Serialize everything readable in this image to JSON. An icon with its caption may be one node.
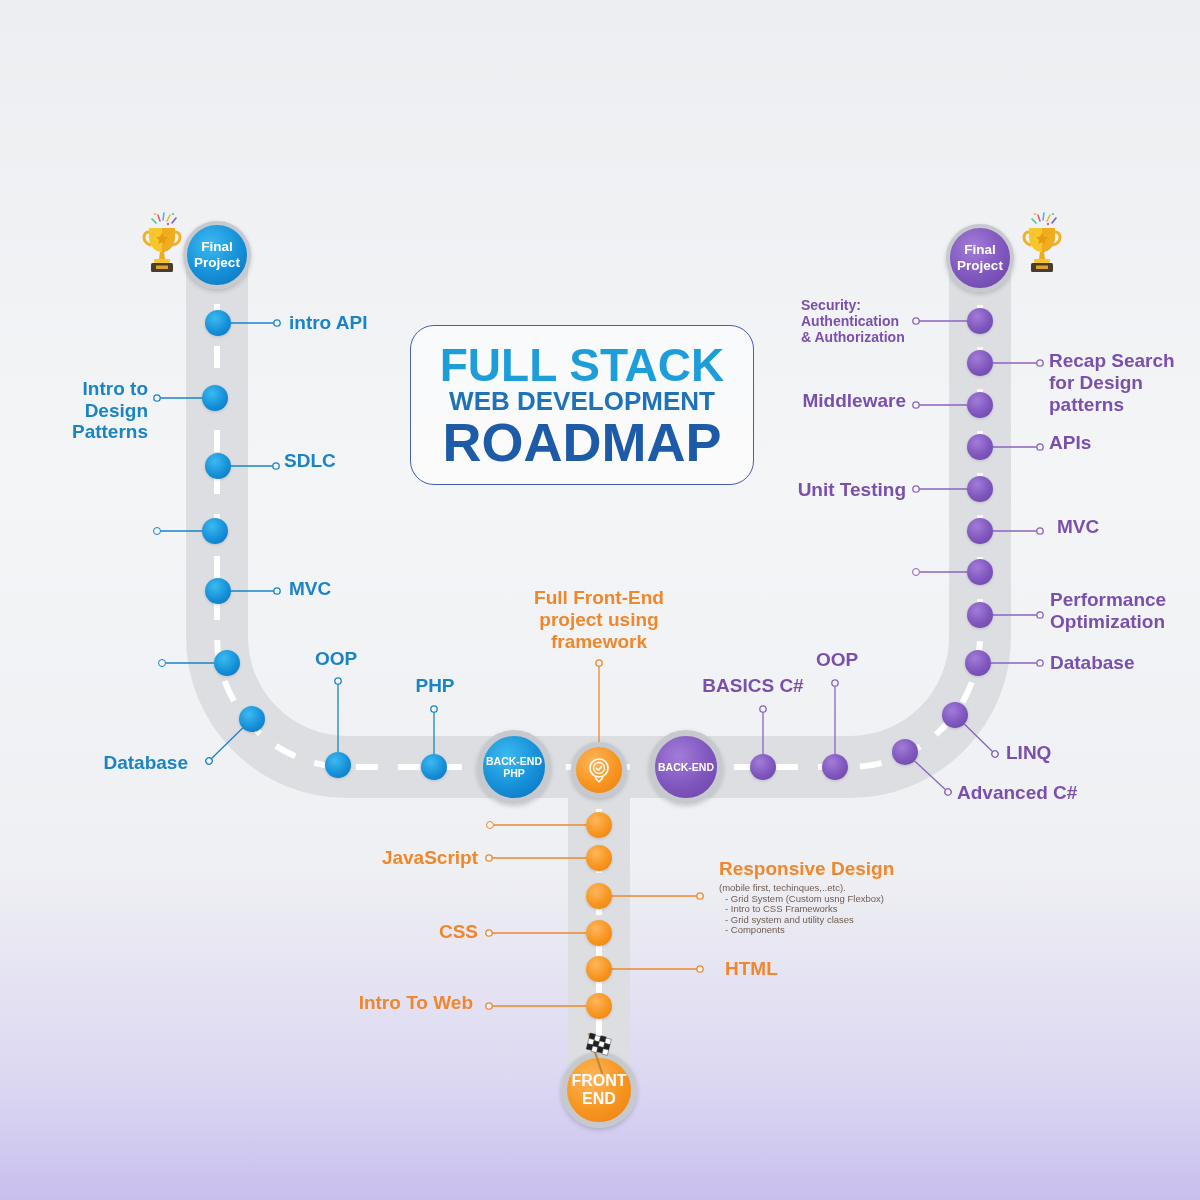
{
  "diagram": {
    "nodes": [
      {
        "text": [
          "FULL STACK",
          "WEB DEVELOPMENT",
          "ROADMAP"
        ]
      },
      {
        "text": [
          "Final Project"
        ]
      },
      {
        "text": [
          "intro API"
        ]
      },
      {
        "text": [],
        "shape": "circle"
      },
      {
        "text": [
          "Intro to Design Patterns"
        ]
      },
      {
        "text": [],
        "shape": "circle"
      },
      {
        "text": [
          "SDLC"
        ]
      },
      {
        "text": [],
        "shape": "circle"
      },
      {
        "text": [],
        "shape": "circle"
      },
      {
        "text": [],
        "shape": "circle"
      },
      {
        "text": [
          "MVC"
        ]
      },
      {
        "text": [],
        "shape": "circle"
      },
      {
        "text": [],
        "shape": "circle"
      },
      {
        "text": [],
        "shape": "circle"
      },
      {
        "text": [
          "Database"
        ]
      },
      {
        "text": [],
        "shape": "circle"
      },
      {
        "text": [
          "OOP"
        ]
      },
      {
        "text": [],
        "shape": "circle"
      },
      {
        "text": [
          "PHP"
        ]
      },
      {
        "text": [],
        "shape": "circle"
      },
      {
        "text": [
          "BACK-END PHP"
        ]
      },
      {
        "text": [
          "Full Front-End project using framework"
        ]
      },
      {
        "text": [],
        "shape": "circle"
      },
      {
        "text": [],
        "shape": "circle"
      },
      {
        "text": [],
        "shape": "circle"
      },
      {
        "text": [
          "JavaScript"
        ]
      },
      {
        "text": [],
        "shape": "circle"
      },
      {
        "text": [
          "Responsive Design",
          "(mobile first, techinques,..etc).",
          "- Grid System (Custom usng Flexbox)",
          "- Intro to CSS Frameworks",
          "- Grid system and utility clases",
          "- Components"
        ]
      },
      {
        "text": [],
        "shape": "circle"
      },
      {
        "text": [
          "CSS"
        ]
      },
      {
        "text": [],
        "shape": "circle"
      },
      {
        "text": [
          "HTML"
        ]
      },
      {
        "text": [],
        "shape": "circle"
      },
      {
        "text": [
          "Intro To Web"
        ]
      },
      {
        "text": [],
        "shape": "circle"
      },
      {
        "text": [
          "FRONT END"
        ]
      },
      {
        "text": [
          "BACK-END"
        ]
      },
      {
        "text": [
          "BASICS C#"
        ]
      },
      {
        "text": [],
        "shape": "circle"
      },
      {
        "text": [
          "OOP"
        ]
      },
      {
        "text": [],
        "shape": "circle"
      },
      {
        "text": [
          "Advanced C#"
        ]
      },
      {
        "text": [],
        "shape": "circle"
      },
      {
        "text": [
          "LINQ"
        ]
      },
      {
        "text": [],
        "shape": "circle"
      },
      {
        "text": [
          "Database"
        ]
      },
      {
        "text": [],
        "shape": "circle"
      },
      {
        "text": [
          "Performance Optimization"
        ]
      },
      {
        "text": [],
        "shape": "circle"
      },
      {
        "text": [],
        "shape": "circle"
      },
      {
        "text": [],
        "shape": "circle"
      },
      {
        "text": [
          "MVC"
        ]
      },
      {
        "text": [],
        "shape": "circle"
      },
      {
        "text": [
          "Unit Testing"
        ]
      },
      {
        "text": [],
        "shape": "circle"
      },
      {
        "text": [
          "APIs"
        ]
      },
      {
        "text": [],
        "shape": "circle"
      },
      {
        "text": [
          "Middleware"
        ]
      },
      {
        "text": [],
        "shape": "circle"
      },
      {
        "text": [
          "Recap Search for Design patterns"
        ]
      },
      {
        "text": [],
        "shape": "circle"
      },
      {
        "text": [
          "Security: Authentication & Authorization"
        ]
      },
      {
        "text": [],
        "shape": "circle"
      },
      {
        "text": [
          "Final Project"
        ]
      }
    ],
    "edges": [
      {
        "from": 2,
        "to": 3,
        "arrow": "other",
        "color": "#1a84c6"
      },
      {
        "from": 4,
        "to": 5,
        "arrow": "other",
        "color": "#1a84c6"
      },
      {
        "from": 6,
        "to": 7,
        "arrow": "other",
        "color": "#1a84c6"
      },
      {
        "from": 8,
        "to": 9,
        "arrow": "none",
        "color": "#1a84c6"
      },
      {
        "from": 10,
        "to": 11,
        "arrow": "other",
        "color": "#1a84c6"
      },
      {
        "from": 12,
        "to": 13,
        "arrow": "none",
        "color": "#1a84c6"
      },
      {
        "from": 14,
        "to": 15,
        "arrow": "other",
        "color": "#1a84c6"
      },
      {
        "from": 16,
        "to": 17,
        "arrow": "other",
        "color": "#1a84c6"
      },
      {
        "from": 18,
        "to": 19,
        "arrow": "other",
        "color": "#1a84c6"
      },
      {
        "from": 21,
        "to": 22,
        "arrow": "other",
        "color": "#f0872c"
      },
      {
        "from": 23,
        "to": 24,
        "arrow": "none",
        "color": "#f0872c"
      },
      {
        "from": 25,
        "to": 26,
        "arrow": "other",
        "color": "#f0872c"
      },
      {
        "from": 27,
        "to": 28,
        "arrow": "other",
        "color": "#f0872c"
      },
      {
        "from": 29,
        "to": 30,
        "arrow": "other",
        "color": "#f0872c"
      },
      {
        "from": 31,
        "to": 32,
        "arrow": "other",
        "color": "#f0872c"
      },
      {
        "from": 33,
        "to": 34,
        "arrow": "other",
        "color": "#f0872c"
      },
      {
        "from": 37,
        "to": 38,
        "arrow": "other"
      },
      {
        "from": 39,
        "to": 40,
        "arrow": "other"
      },
      {
        "from": 41,
        "to": 42,
        "arrow": "other"
      },
      {
        "from": 43,
        "to": 44,
        "arrow": "other"
      },
      {
        "from": 45,
        "to": 46,
        "arrow": "other"
      },
      {
        "from": 47,
        "to": 48,
        "arrow": "other"
      },
      {
        "from": 49,
        "to": 50,
        "arrow": "none"
      },
      {
        "from": 51,
        "to": 52,
        "arrow": "other"
      },
      {
        "from": 53,
        "to": 54,
        "arrow": "other"
      },
      {
        "from": 55,
        "to": 56,
        "arrow": "other"
      },
      {
        "from": 57,
        "to": 58,
        "arrow": "other"
      },
      {
        "from": 59,
        "to": 60,
        "arrow": "other"
      },
      {
        "from": 61,
        "to": 62,
        "arrow": "other"
      }
    ]
  }
}
